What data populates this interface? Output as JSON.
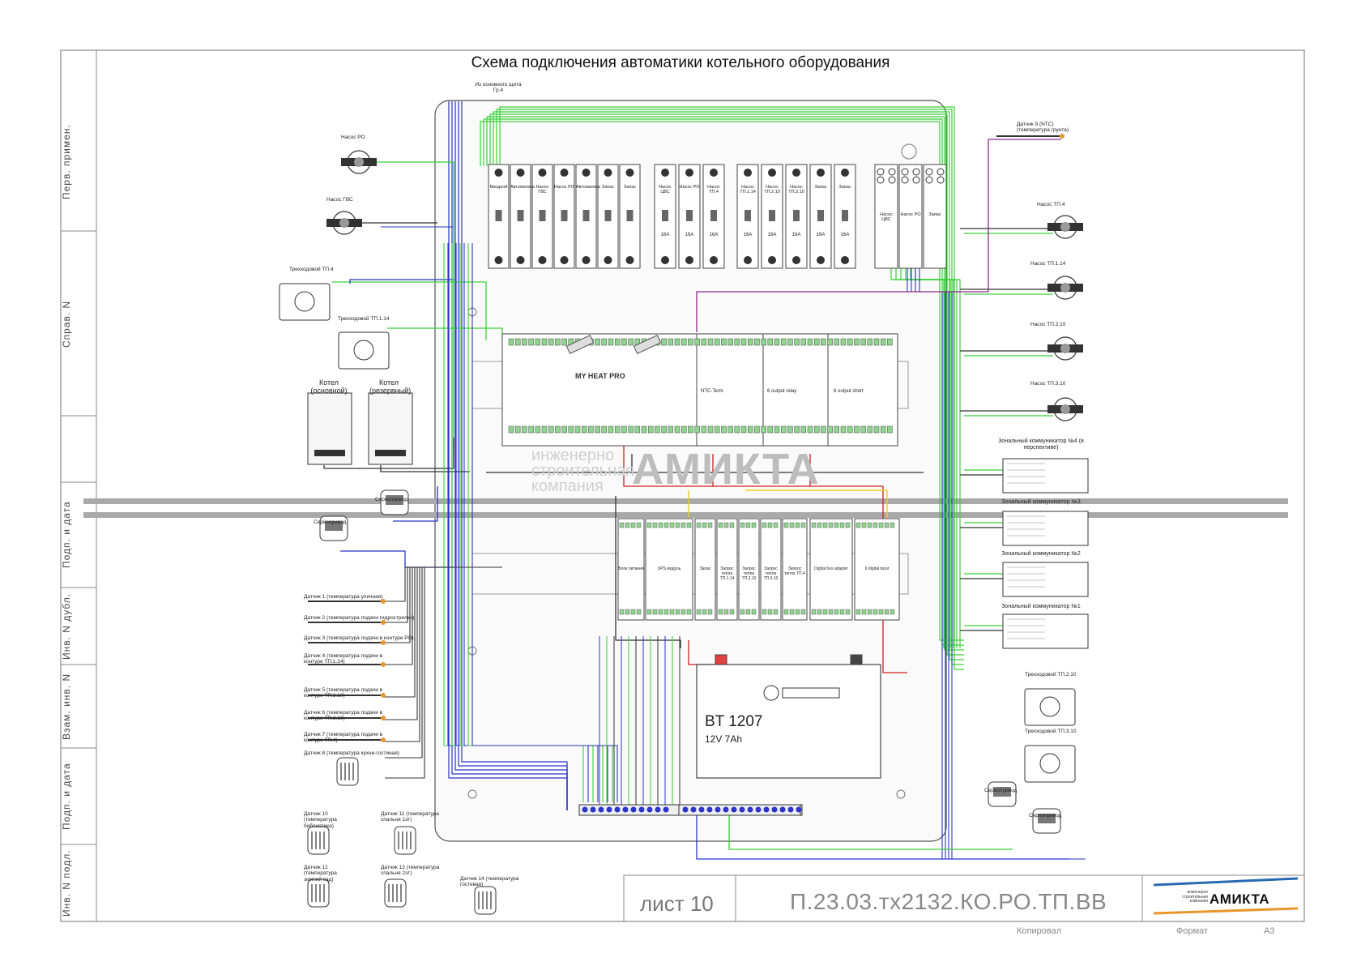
{
  "title": "Схема подключения автоматики котельного оборудования",
  "side_labels": [
    "Перв. примен.",
    "Справ. N",
    "Подп. и дата",
    "Инв. N дубл.",
    "Взам. инв. N",
    "Подп. и дата",
    "Инв. N подл."
  ],
  "source_label": "Из основного щита Гр.4",
  "pumps_left": [
    "Насос РО",
    "Насос ГВС"
  ],
  "valves_left": [
    "Трехходовой ТП.4",
    "Трехходовой ТП.1.14"
  ],
  "boilers": [
    "Котел (основной)",
    "Котел (резервный)"
  ],
  "servo_left": [
    "Сервопривод",
    "Сервопривод"
  ],
  "sensors": [
    "Датчик 1 (температура уличная)",
    "Датчик 2 (температура подачи гидрострелки)",
    "Датчик 3 (температура подачи в контуре РО)",
    "Датчик 4 (температура подачи в контуре ТП.1.14)",
    "Датчик 5 (температура подачи в контуре ТП.2.10)",
    "Датчик 6 (температура подачи в контуре ТП.3.10)",
    "Датчик 7 (температура подачи в контуре ТП.4)",
    "Датчик 8 (температура кухни-гостиная)",
    "Датчик 10 (температура библиотека)",
    "Датчик 11 (температура спальня 1эт)",
    "Датчик 12 (температура зимний сад)",
    "Датчик 13 (температура спальня 2эт)",
    "Датчик 14 (температура гостевая)"
  ],
  "sensor_right": "Датчик 9 (NTC) (температура грунта)",
  "pumps_right": [
    "Насос ТП.4",
    "Насос ТП.1.14",
    "Насос ТП.2.10",
    "Насос ТП.3.10"
  ],
  "zone_comm": [
    "Зональный коммуникатор №4 (в перспективе)",
    "Зональный коммуникатор №3",
    "Зональный коммуникатор №2",
    "Зональный коммуникатор №1"
  ],
  "valves_right": [
    "Трехходовой ТП.2.10",
    "Трехходовой ТП.3.10"
  ],
  "servo_right": [
    "Сервопривод",
    "Сервопривод"
  ],
  "breakers_top": [
    "Вводной",
    "Автоматика",
    "Насос ГВС",
    "Насос РО",
    "Автоматика",
    "Запас",
    "Запас"
  ],
  "breakers_16a": [
    "Насос ЦВС",
    "Насос РО",
    "Насос ТП.4",
    "Насос ТП.1.14",
    "Насос ТП.2.10",
    "Насос ТП.3.10",
    "Запас",
    "Запас"
  ],
  "breaker_rating": "16А",
  "contactors": [
    "Насос ЦВС",
    "Насос РО",
    "Запас"
  ],
  "controller": "MY HEAT PRO",
  "modules_top": [
    "NTC-Term",
    "6 output relay",
    "6 output short"
  ],
  "modules_bottom": [
    "Блок питания",
    "UPS модуль",
    "Запас",
    "Запрос тепла ТП.1.14",
    "Запрос тепла ТП.2.10",
    "Запрос тепла ТП.3.10",
    "Запрос тепла ТП.4",
    "Digital bus adapter",
    "6 digital input"
  ],
  "battery": {
    "model": "BT 1207",
    "spec": "12V 7Ah"
  },
  "watermark": {
    "line1": "инженерно",
    "line2": "строительная",
    "line3": "компания",
    "brand": "АМИКТА"
  },
  "stamp": {
    "sheet": "лист 10",
    "code": "П.23.03.тх2132.КО.РО.ТП.ВВ",
    "logo": "АМИКТА",
    "logo_sub": "инженерно строительная компания"
  },
  "footer": {
    "copied": "Копировал",
    "format_label": "Формат",
    "format": "А3"
  }
}
